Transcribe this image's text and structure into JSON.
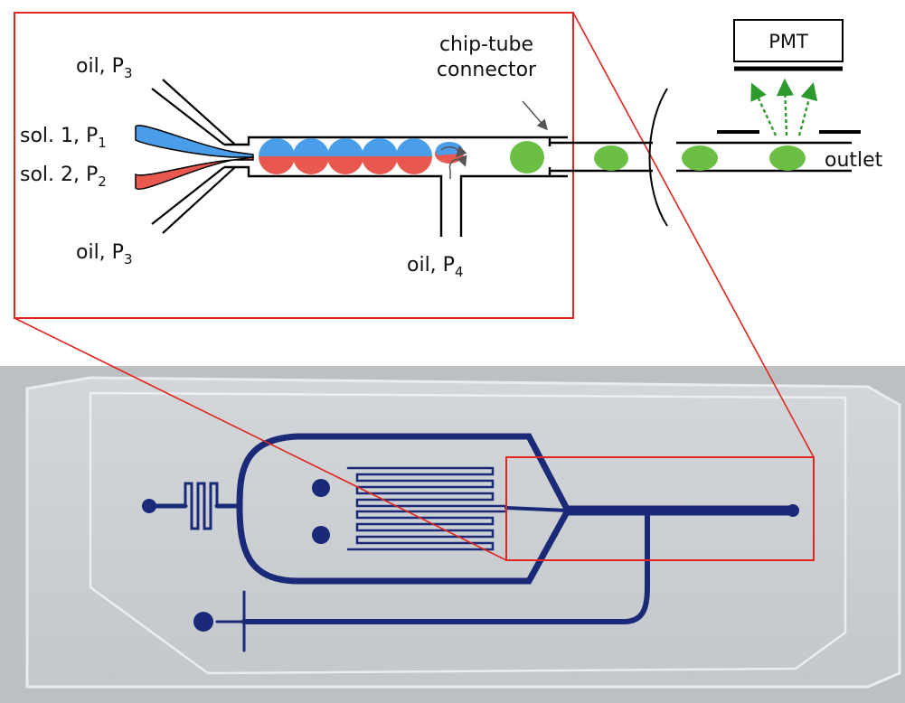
{
  "labels": {
    "oil_p3_top": "oil, P",
    "oil_p3_top_sub": "3",
    "sol1": "sol. 1, P",
    "sol1_sub": "1",
    "sol2": "sol. 2, P",
    "sol2_sub": "2",
    "oil_p3_bottom": "oil, P",
    "oil_p3_bottom_sub": "3",
    "oil_p4": "oil, P",
    "oil_p4_sub": "4",
    "connector_line1": "chip-tube",
    "connector_line2": "connector",
    "pmt": "PMT",
    "outlet": "outlet"
  },
  "colors": {
    "solution1": "#4a9de8",
    "solution2": "#e8584e",
    "fluorescent_droplet": "#6cbf45",
    "emission_arrow": "#2e9a2e",
    "highlight_box": "#e0261f",
    "chip_channel": "#1b2a78",
    "chip_glass": "#c9cfd4",
    "photo_background": "#bfc2c4"
  },
  "icons": {
    "arrow": "connector-pointer-arrow",
    "emission": "fluorescence-emission-arrows"
  }
}
